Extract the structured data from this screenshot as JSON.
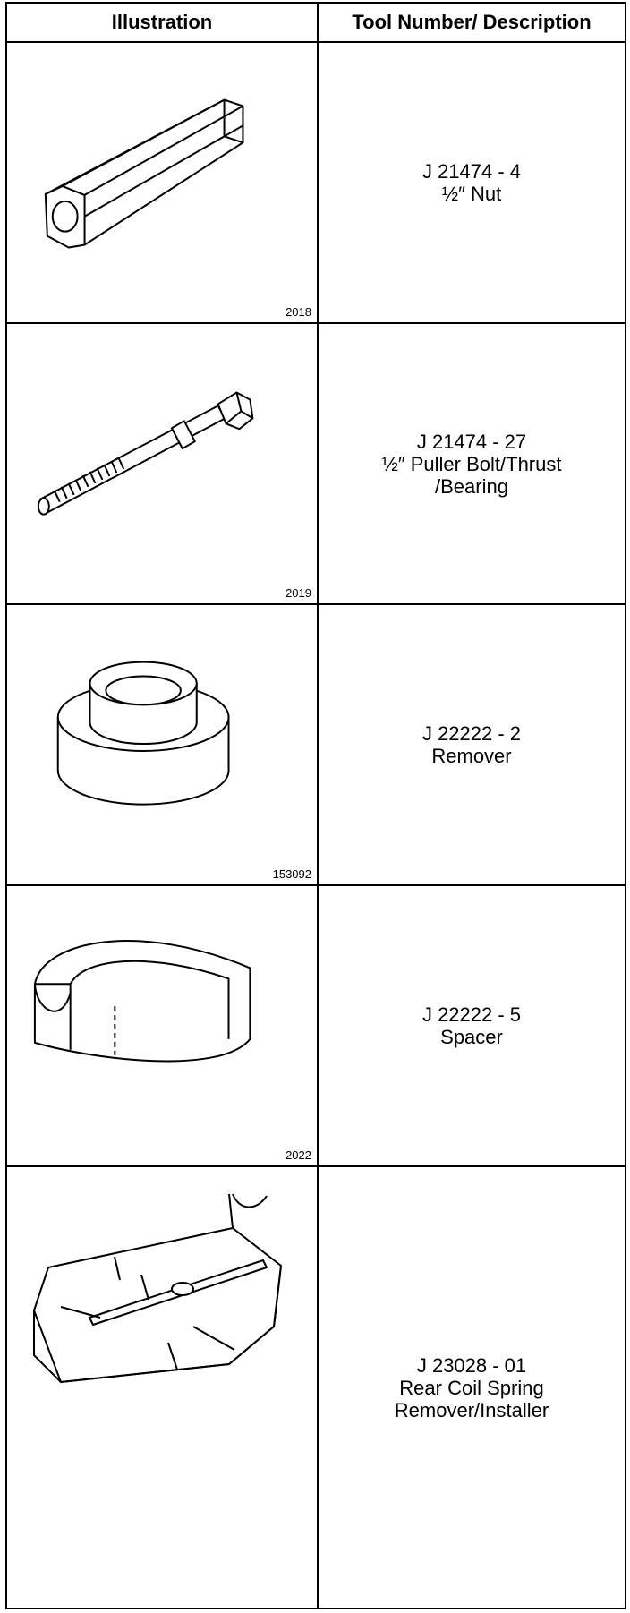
{
  "header": {
    "illustration": "Illustration",
    "description": "Tool Number/ Description"
  },
  "rows": [
    {
      "figure": "2018",
      "tool_number": "J 21474 - 4",
      "description_lines": [
        "½″ Nut"
      ],
      "icon": "hex-nut-icon"
    },
    {
      "figure": "2019",
      "tool_number": "J 21474 - 27",
      "description_lines": [
        "½″ Puller Bolt/Thrust",
        "/Bearing"
      ],
      "icon": "puller-bolt-icon"
    },
    {
      "figure": "153092",
      "tool_number": "J 22222 - 2",
      "description_lines": [
        "Remover"
      ],
      "icon": "remover-icon"
    },
    {
      "figure": "2022",
      "tool_number": "J 22222 - 5",
      "description_lines": [
        "Spacer"
      ],
      "icon": "spacer-icon"
    },
    {
      "figure": "",
      "tool_number": "J 23028 - 01",
      "description_lines": [
        "Rear Coil Spring",
        "Remover/Installer"
      ],
      "icon": "coil-spring-tool-icon"
    }
  ]
}
